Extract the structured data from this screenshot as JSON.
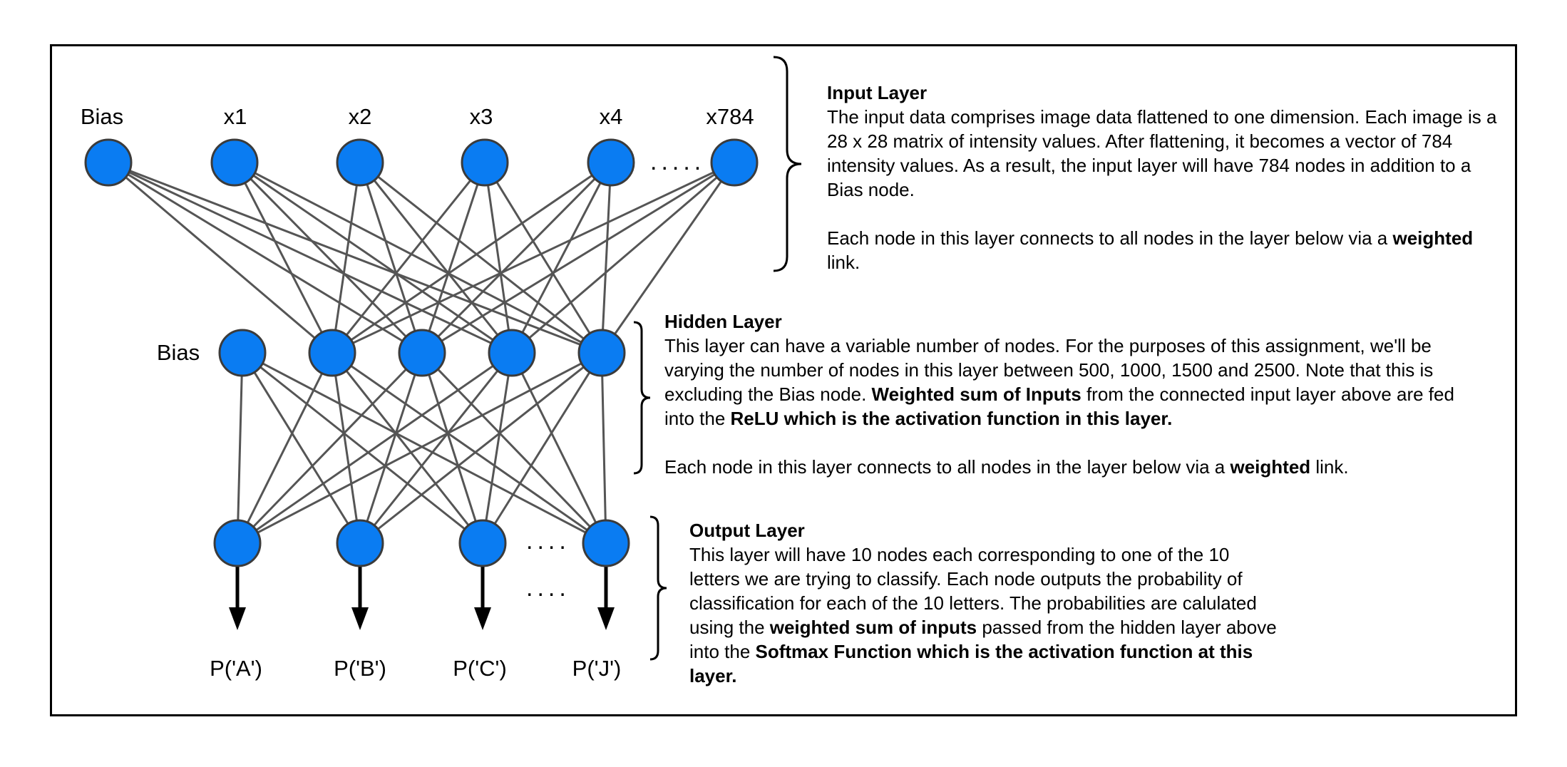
{
  "input_layer": {
    "node_labels": [
      "Bias",
      "x1",
      "x2",
      "x3",
      "x4",
      "x784"
    ],
    "ellipsis": ".....",
    "title": "Input Layer",
    "para1": "The input data comprises image data flattened to one dimension. Each image is a 28 x 28 matrix of intensity values. After flattening, it becomes a vector of 784 intensity values. As a result, the input layer will have 784 nodes in addition to a Bias node.",
    "para2_pre": "Each node in this layer connects to all nodes in the layer below via a ",
    "para2_bold": "weighted",
    "para2_post": " link."
  },
  "hidden_layer": {
    "bias_label": "Bias",
    "title": "Hidden Layer",
    "para1_pre": "This layer can have a variable number of nodes. For the purposes of this assignment, we'll be varying the number of nodes in this layer between 500, 1000, 1500 and 2500.  Note that this is excluding the Bias node. ",
    "para1_bold1": "Weighted sum of Inputs",
    "para1_mid": " from the connected input layer above are fed into the ",
    "para1_bold2": "ReLU which is the activation function in this layer.",
    "para2_pre": "Each node in this layer connects to all nodes in the layer below via a ",
    "para2_bold": "weighted",
    "para2_post": " link."
  },
  "output_layer": {
    "output_labels": [
      "P('A')",
      "P('B')",
      "P('C')",
      "P('J')"
    ],
    "ellipsis": "....",
    "title": "Output Layer",
    "para_pre": "This layer will have 10 nodes each corresponding to one of the 10 letters we are trying to classify. Each node outputs the probability of classification for each of the 10 letters. The probabilities are calulated using the ",
    "para_bold1": "weighted sum of inputs",
    "para_mid": " passed from the hidden layer above into the ",
    "para_bold2": "Softmax Function which is the activation function at this layer."
  },
  "colors": {
    "node_fill": "#0a7cf2",
    "node_stroke": "#3b3b3b",
    "edge": "#555555",
    "arrow": "#000000"
  }
}
